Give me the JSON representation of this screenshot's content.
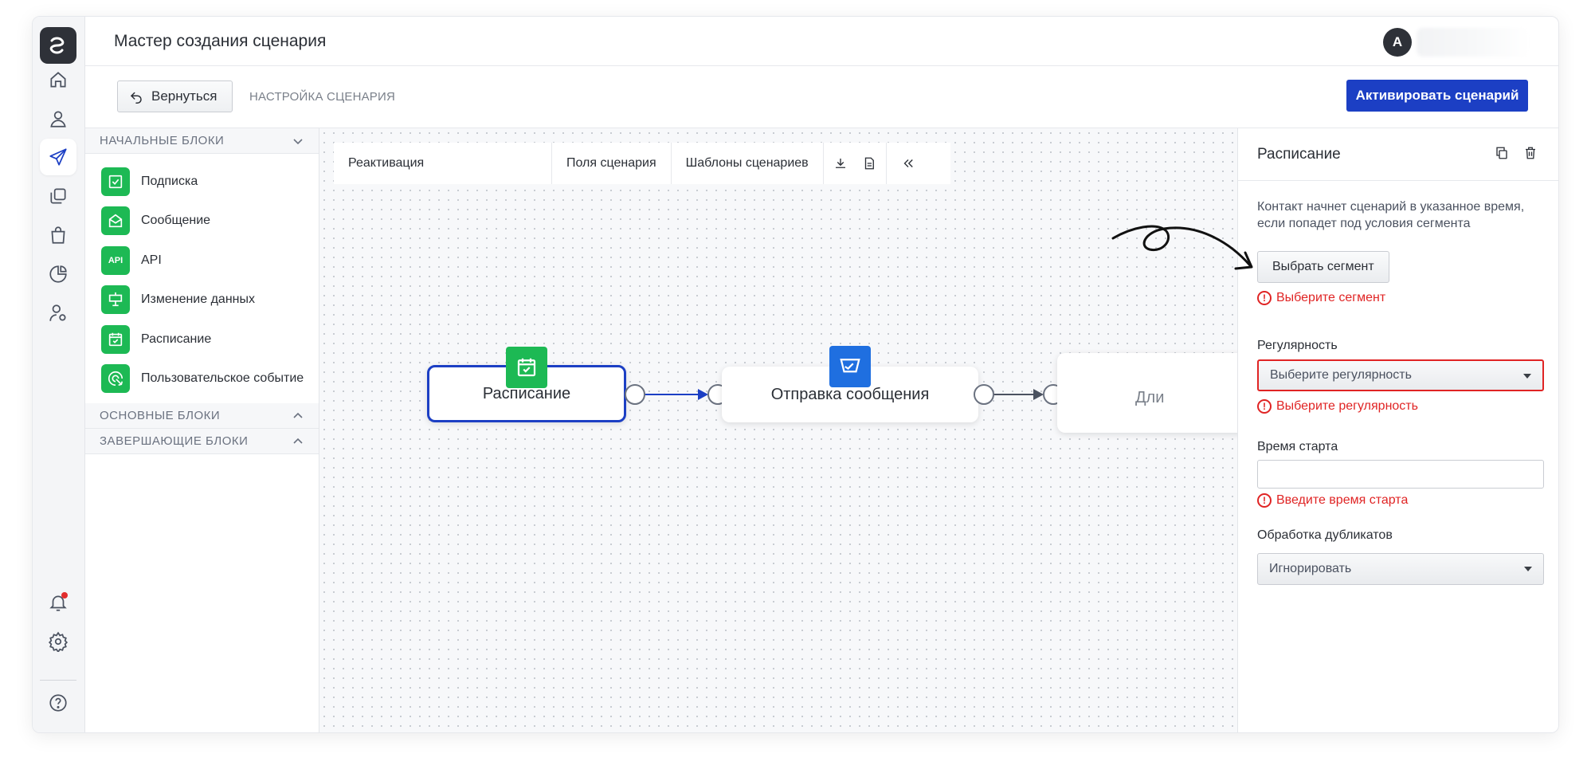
{
  "header": {
    "title": "Мастер создания сценария",
    "avatar_letter": "A"
  },
  "toolbar": {
    "back_label": "Вернуться",
    "breadcrumb": "НАСТРОЙКА СЦЕНАРИЯ",
    "activate_label": "Активировать сценарий"
  },
  "rail": {
    "icons": [
      "home-icon",
      "user-icon",
      "send-icon",
      "copy-icon",
      "bag-icon",
      "pie-chart-icon",
      "user-settings-icon",
      "bell-icon",
      "gear-icon",
      "help-icon"
    ],
    "active": "send-icon"
  },
  "palette": {
    "start": {
      "title": "НАЧАЛЬНЫЕ БЛОКИ",
      "items": [
        {
          "label": "Подписка",
          "icon": "checkbox-icon"
        },
        {
          "label": "Сообщение",
          "icon": "envelope-icon"
        },
        {
          "label": "API",
          "icon": "api-icon",
          "icon_text": "API"
        },
        {
          "label": "Изменение данных",
          "icon": "data-change-icon"
        },
        {
          "label": "Расписание",
          "icon": "calendar-icon"
        },
        {
          "label": "Пользовательское событие",
          "icon": "custom-event-icon"
        }
      ]
    },
    "main_title": "ОСНОВНЫЕ БЛОКИ",
    "final_title": "ЗАВЕРШАЮЩИЕ БЛОКИ"
  },
  "canvas": {
    "scenario_name": "Реактивация",
    "fields_label": "Поля сценария",
    "templates_label": "Шаблоны сценариев",
    "nodes": [
      {
        "label": "Расписание",
        "badge_color": "#1db954",
        "icon": "calendar-icon"
      },
      {
        "label": "Отправка сообщения",
        "badge_color": "#1f6fe0",
        "icon": "message-icon"
      },
      {
        "label": "Дли"
      }
    ]
  },
  "props": {
    "title": "Расписание",
    "description": "Контакт начнет сценарий в указанное время, если попадет под условия сегмента",
    "segment_button": "Выбрать сегмент",
    "segment_error": "Выберите сегмент",
    "regularity_label": "Регулярность",
    "regularity_placeholder": "Выберите регулярность",
    "regularity_error": "Выберите регулярность",
    "start_time_label": "Время старта",
    "start_time_value": "",
    "start_time_error": "Введите время старта",
    "duplicates_label": "Обработка дубликатов",
    "duplicates_value": "Игнорировать",
    "error_glyph": "!"
  },
  "colors": {
    "accent": "#1c3fc4",
    "block_green": "#1db954",
    "message_blue": "#1f6fe0",
    "error": "#e02424"
  }
}
